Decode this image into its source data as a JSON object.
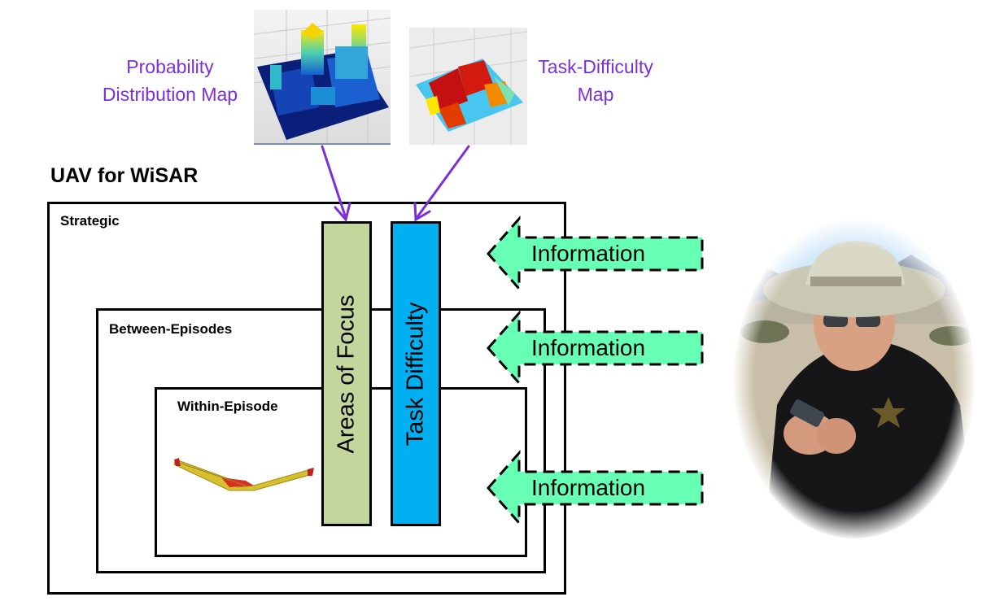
{
  "maps": {
    "probability_label_line1": "Probability",
    "probability_label_line2": "Distribution Map",
    "difficulty_label_line1": "Task-Difficulty",
    "difficulty_label_line2": "Map"
  },
  "title": "UAV for WiSAR",
  "levels": {
    "strategic": "Strategic",
    "between": "Between-Episodes",
    "within": "Within-Episode"
  },
  "bars": {
    "focus": "Areas of Focus",
    "difficulty": "Task Difficulty"
  },
  "information_arrows": [
    "Information",
    "Information",
    "Information"
  ],
  "colors": {
    "label_purple": "#7b2fd8",
    "focus_bar": "#c3d69b",
    "difficulty_bar": "#00b0f0",
    "arrow_fill": "#66ffb3"
  }
}
